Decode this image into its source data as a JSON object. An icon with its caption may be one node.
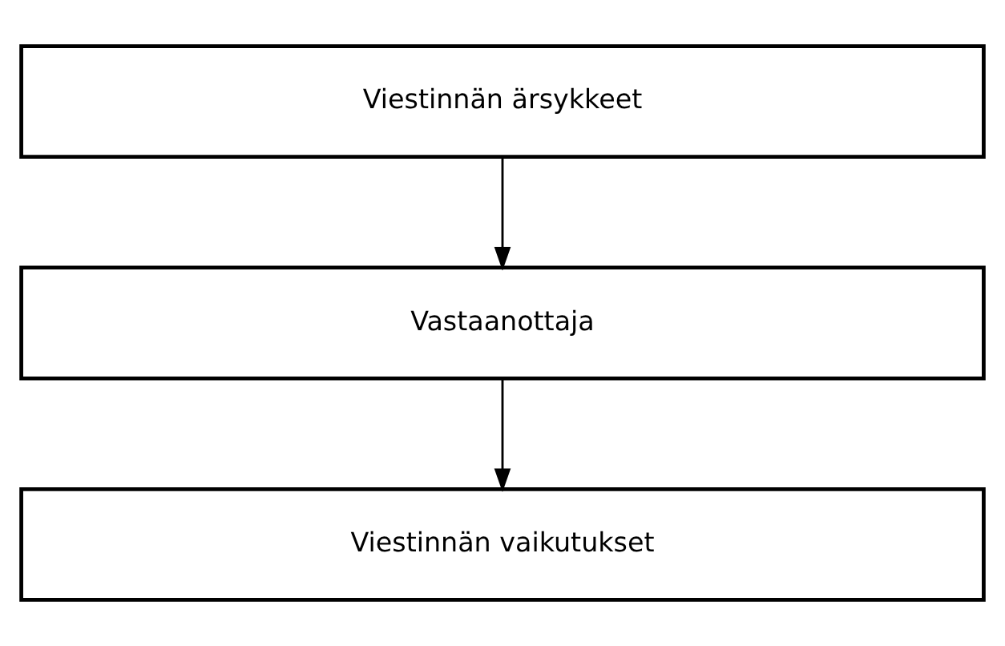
{
  "diagram": {
    "nodes": [
      {
        "text": [
          "Viestinnän ärsykkeet"
        ]
      },
      {
        "text": [
          "Vastaanottaja"
        ]
      },
      {
        "text": [
          "Viestinnän vaikutukset"
        ]
      }
    ],
    "edges": [
      {
        "from": 0,
        "to": 1,
        "arrow": "to"
      },
      {
        "from": 1,
        "to": 2,
        "arrow": "to"
      }
    ]
  }
}
